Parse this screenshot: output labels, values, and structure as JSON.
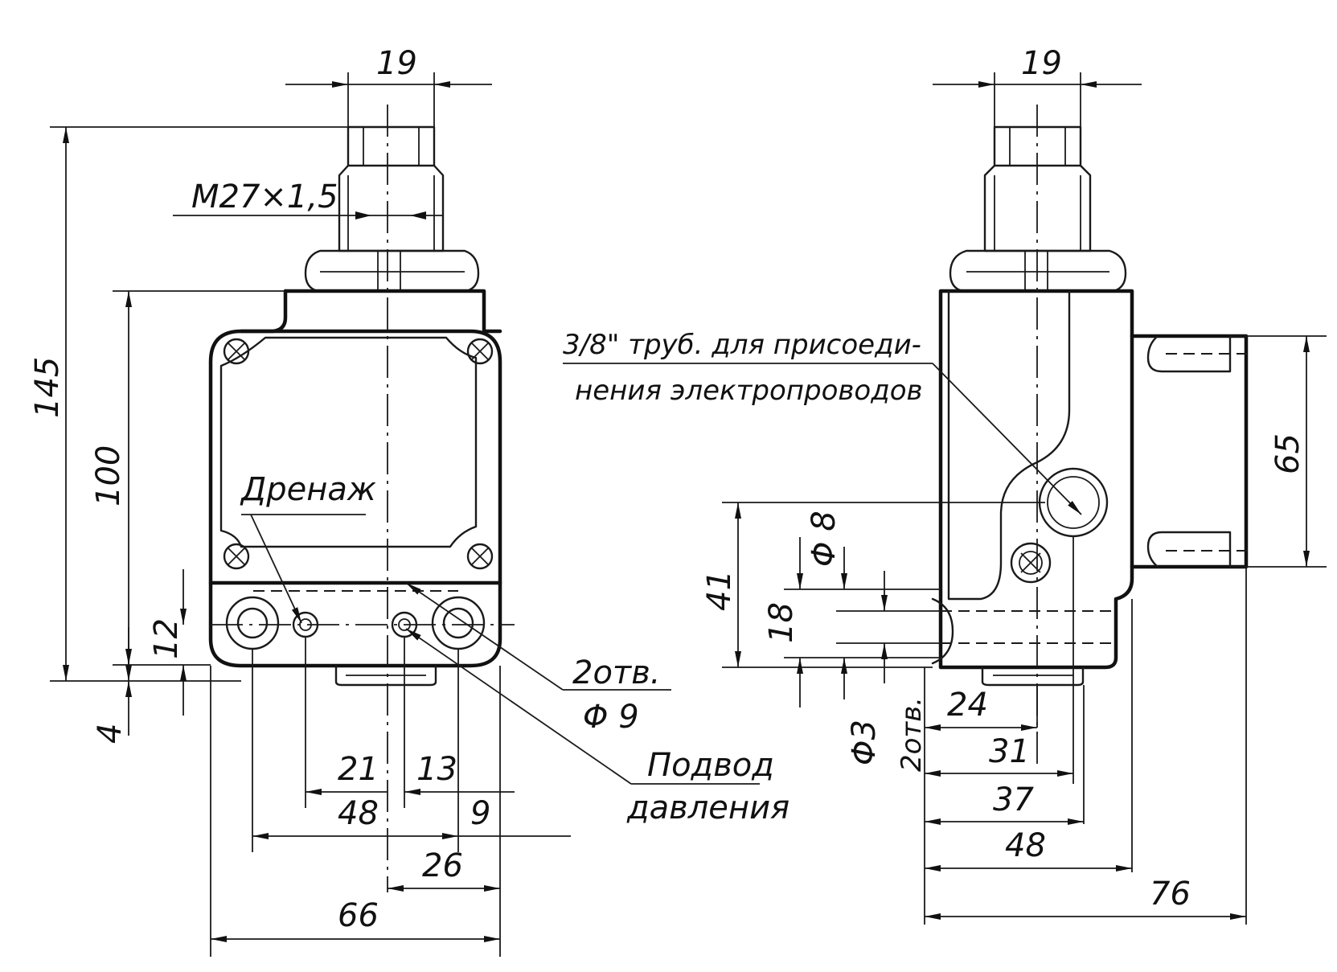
{
  "left_view": {
    "dim_top_width": "19",
    "thread": "M27×1,5",
    "dim_total_height": "145",
    "dim_body_height": "100",
    "dim_hole_offset": "12",
    "dim_bottom": "4",
    "label_drain": "Дренаж",
    "label_holes_line1": "2отв.",
    "label_holes_line2": "Φ 9",
    "label_pressure_line1": "Подвод",
    "label_pressure_line2": "давления",
    "dim_21": "21",
    "dim_13": "13",
    "dim_48": "48",
    "dim_9": "9",
    "dim_26": "26",
    "dim_66": "66"
  },
  "right_view": {
    "dim_top_width": "19",
    "label_tube_line1": "3/8\" труб. для присоеди-",
    "label_tube_line2": "нения  электропроводов",
    "dim_65": "65",
    "dim_41": "41",
    "dim_phi8": "Φ 8",
    "dim_18": "18",
    "dim_phi3": "Φ3",
    "dim_2otv": "2отв.",
    "dim_24": "24",
    "dim_31": "31",
    "dim_37": "37",
    "dim_48": "48",
    "dim_76": "76"
  }
}
